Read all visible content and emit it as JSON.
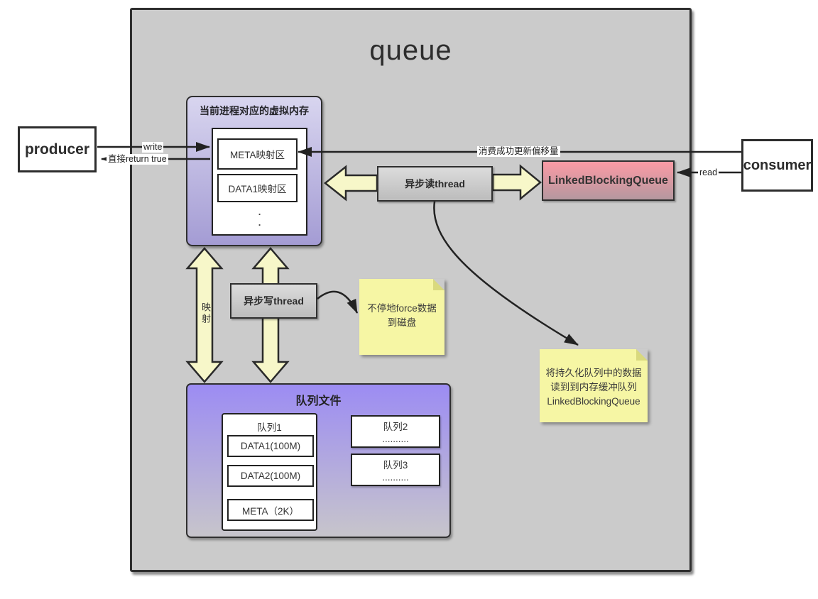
{
  "title": "queue",
  "producer": "producer",
  "consumer": "consumer",
  "vm": {
    "title": "当前进程对应的虚拟内存",
    "meta": "META映射区",
    "data1": "DATA1映射区",
    "dot": "."
  },
  "read_thread": "异步读thread",
  "write_thread": "异步写thread",
  "lbq": "LinkedBlockingQueue",
  "edge_labels": {
    "write": "write",
    "return_true": "直接return true",
    "update_offset": "消费成功更新偏移量",
    "read": "read",
    "mapping": "映射"
  },
  "notes": {
    "force": {
      "line1": "不停地force数据",
      "line2": "到磁盘"
    },
    "load": {
      "line1": "将持久化队列中的数据",
      "line2": "读到到内存缓冲队列",
      "line3": "LinkedBlockingQueue"
    }
  },
  "queue_files": {
    "title": "队列文件",
    "queue1": {
      "title": "队列1",
      "items": [
        "DATA1(100M)",
        "DATA2(100M)",
        "META（2K）"
      ]
    },
    "queue2": {
      "title": "队列2",
      "dots": ".........."
    },
    "queue3": {
      "title": "队列3",
      "dots": ".........."
    }
  },
  "colors": {
    "container_gray": "#cbcbcb",
    "border_dark": "#2f2f2f",
    "vm_purple_top": "#d8d5ef",
    "vm_purple_bottom": "#a49cd4",
    "qf_purple_top": "#9c8cf3",
    "qf_purple_bottom": "#c7c5cb",
    "lbq_pink_top": "#fc9aa5",
    "lbq_pink_bottom": "#b5989f",
    "note_yellow": "#f6f6a4",
    "arrow_yellow": "#f7f7c9"
  }
}
